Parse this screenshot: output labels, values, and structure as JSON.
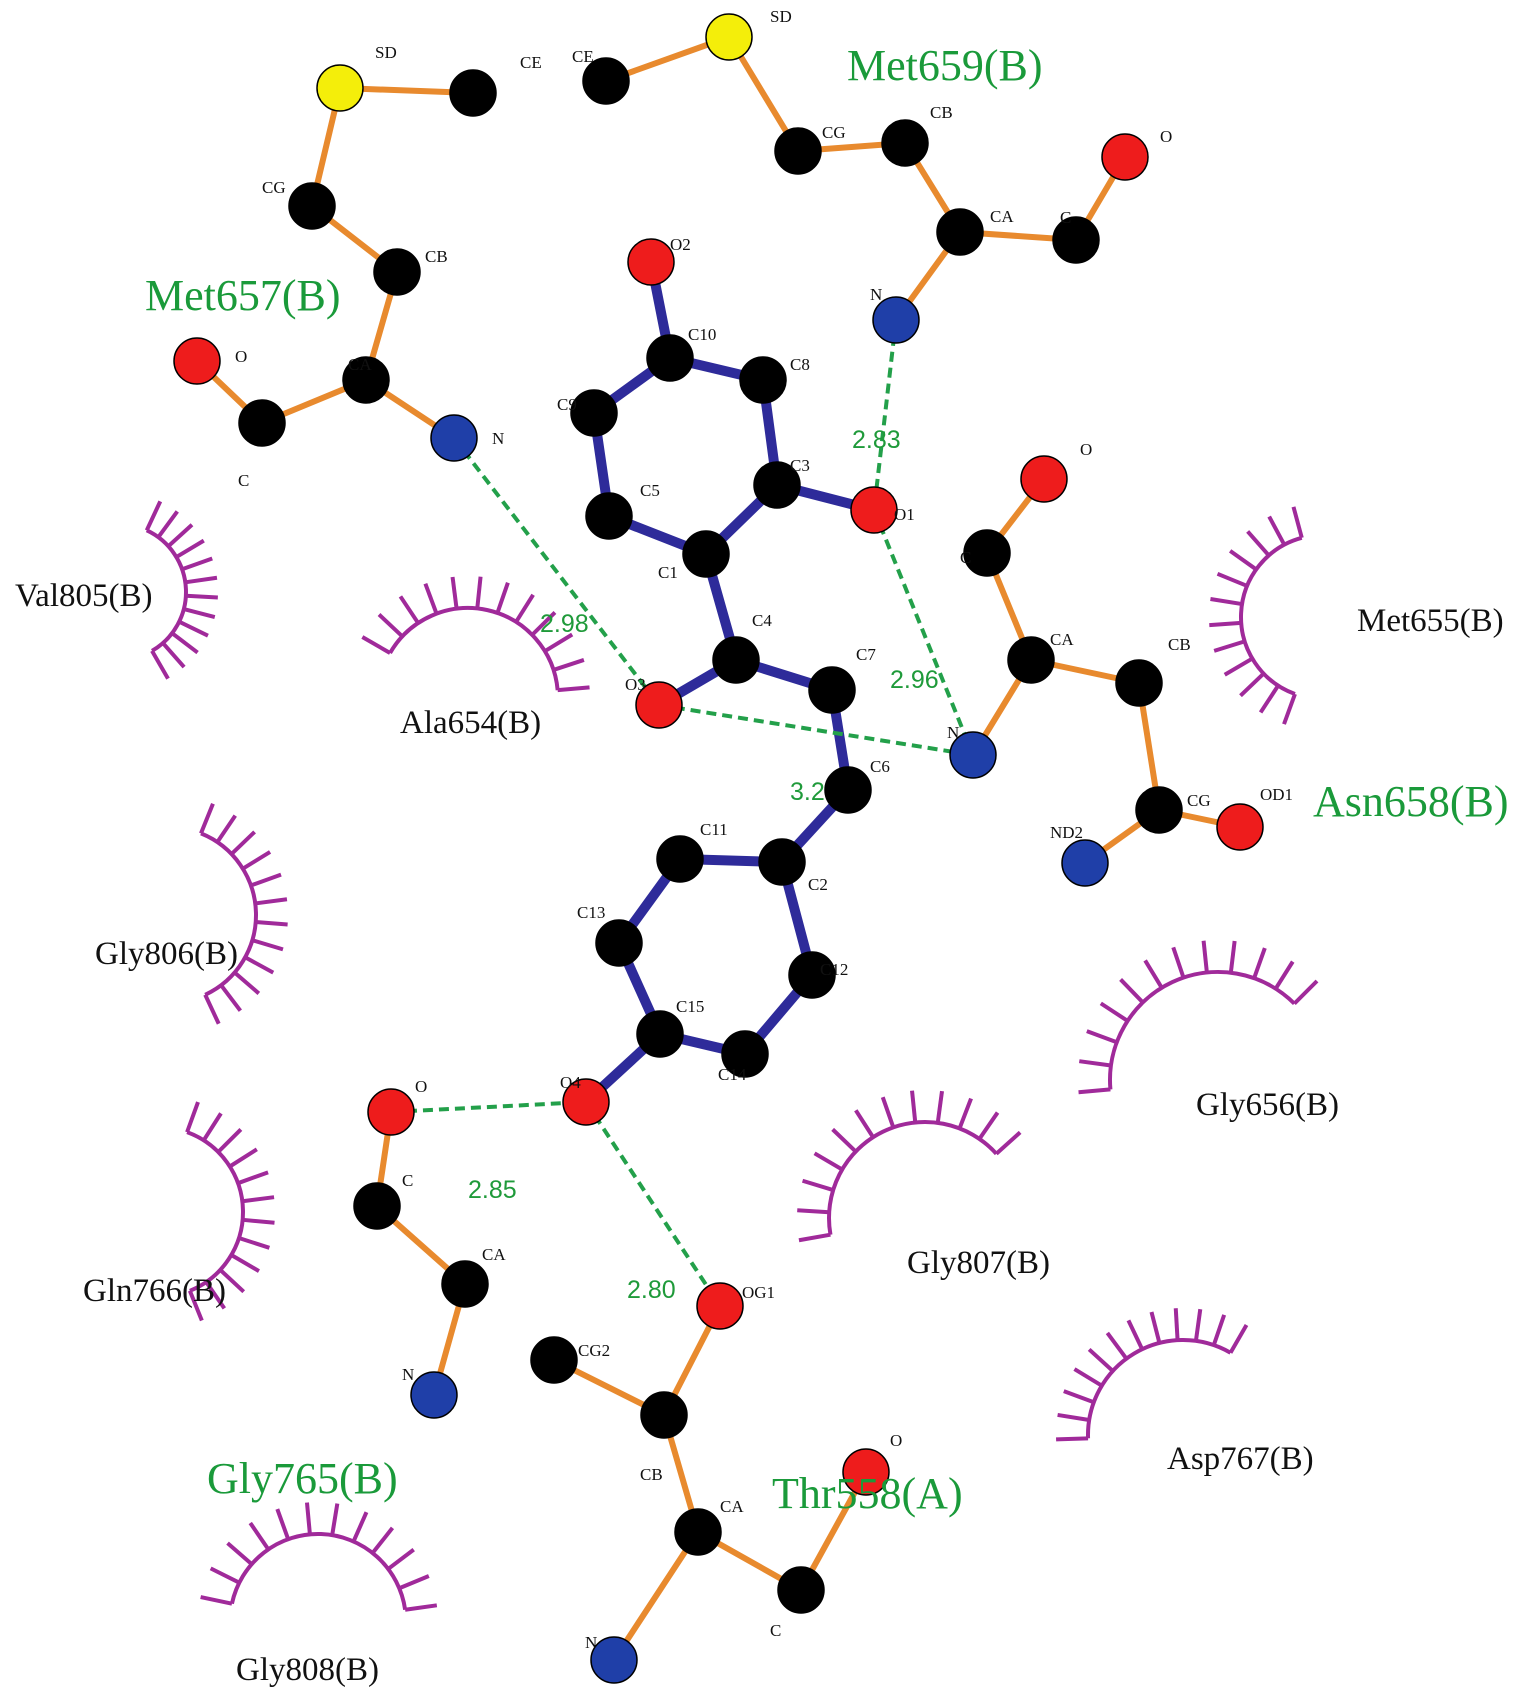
{
  "colors": {
    "ligand_bond": "#2e2b9a",
    "residue_bond": "#e88a2e",
    "hbond": "#23a04a",
    "hydrophobic": "#a02a9a",
    "carbon": "#000000",
    "oxygen": "#ee1c1c",
    "nitrogen": "#1f3fa8",
    "sulfur": "#f4ee0a",
    "residue_label_hbond": "#1a9a3a",
    "residue_label_hydrophobic": "#111111"
  },
  "residues_hbond": [
    "Met657(B)",
    "Met659(B)",
    "Asn658(B)",
    "Gly765(B)",
    "Thr558(A)"
  ],
  "residues_hydrophobic": [
    "Val805(B)",
    "Ala654(B)",
    "Met655(B)",
    "Gly806(B)",
    "Gly656(B)",
    "Gly807(B)",
    "Gln766(B)",
    "Asp767(B)",
    "Gly808(B)"
  ],
  "hbond_distances": [
    "2.98",
    "2.83",
    "2.96",
    "3.2",
    "2.85",
    "2.80"
  ],
  "atom_labels": {
    "met657": [
      "SD",
      "CE",
      "CG",
      "CB",
      "CA",
      "O",
      "C",
      "N"
    ],
    "met659": [
      "SD",
      "CE",
      "CG",
      "CB",
      "CA",
      "O",
      "C",
      "N"
    ],
    "ligand": [
      "O2",
      "C10",
      "C8",
      "C9",
      "C3",
      "O1",
      "C5",
      "C1",
      "C4",
      "O3",
      "C7",
      "C6",
      "C11",
      "C2",
      "C13",
      "C12",
      "C15",
      "C14",
      "O4"
    ],
    "asn658": [
      "O",
      "C",
      "CA",
      "CB",
      "N",
      "CG",
      "OD1",
      "ND2"
    ],
    "gly765": [
      "O",
      "C",
      "CA",
      "N"
    ],
    "thr558": [
      "OG1",
      "CG2",
      "CB",
      "CA",
      "O",
      "N",
      "C"
    ]
  }
}
